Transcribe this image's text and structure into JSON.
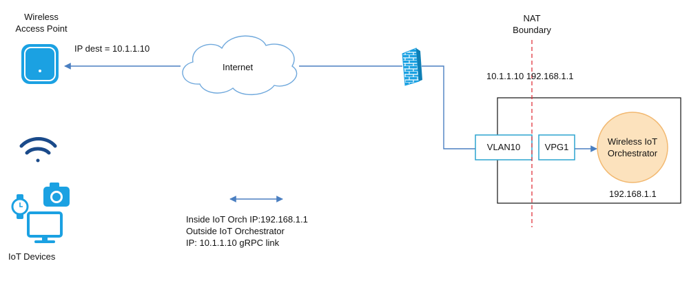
{
  "access_point": {
    "label_line1": "Wireless",
    "label_line2": "Access Point"
  },
  "ip_dest_label": "IP dest = 10.1.1.10",
  "internet_label": "Internet",
  "nat": {
    "line1": "NAT",
    "line2": "Boundary"
  },
  "ip_pair_label": "10.1.1.10 192.168.1.1",
  "vlan_label": "VLAN10",
  "vpg_label": "VPG1",
  "orchestrator": {
    "line1": "Wireless IoT",
    "line2": "Orchestrator"
  },
  "orchestrator_ip": "192.168.1.1",
  "iot_devices_label": "IoT Devices",
  "legend": {
    "line1": "Inside IoT Orch IP:192.168.1.1",
    "line2": "Outside IoT Orchestrator",
    "line3": "IP: 10.1.1.10 gRPC link"
  },
  "colors": {
    "device_blue": "#1ba1e2",
    "wifi_navy": "#1a4a8a",
    "cloud_stroke": "#6fa8dc",
    "link_blue": "#4a7fc1",
    "box_stroke": "#2ba4cf",
    "nat_red": "#e0333c",
    "orchestrator_fill": "#fce2bd",
    "orchestrator_stroke": "#f2b870"
  },
  "icons": [
    "access-point-icon",
    "cloud-icon",
    "firewall-icon",
    "wifi-icon",
    "camera-icon",
    "watch-icon",
    "monitor-icon"
  ]
}
